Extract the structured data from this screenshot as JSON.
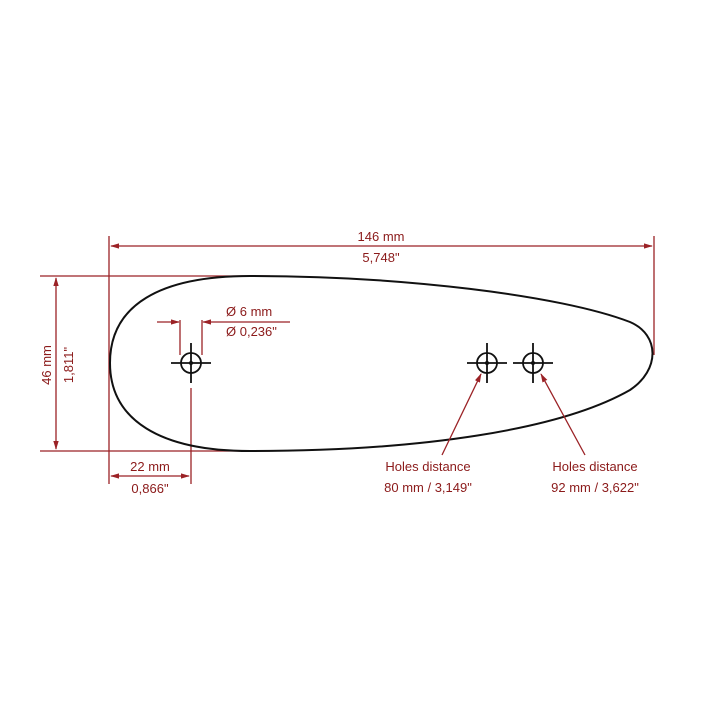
{
  "colors": {
    "dimension": "#9b2226",
    "outline": "#111111",
    "background": "#ffffff"
  },
  "dimensions": {
    "overall_length": {
      "metric": "146 mm",
      "imperial": "5,748\""
    },
    "overall_height": {
      "metric": "46 mm",
      "imperial": "1,811\""
    },
    "hole_diameter": {
      "metric": "Ø 6 mm",
      "imperial": "Ø 0,236\""
    },
    "edge_to_hole": {
      "metric": "22 mm",
      "imperial": "0,866\""
    }
  },
  "callouts": [
    {
      "title": "Holes distance",
      "value": "80 mm / 3,149\""
    },
    {
      "title": "Holes distance",
      "value": "92 mm / 3,622\""
    }
  ],
  "holes": [
    {
      "name": "hole-left"
    },
    {
      "name": "hole-middle"
    },
    {
      "name": "hole-right"
    }
  ]
}
